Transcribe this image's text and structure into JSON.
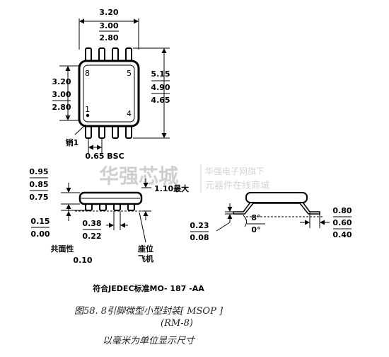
{
  "top_view": {
    "width_dims": [
      "3.20",
      "3.00",
      "2.80"
    ],
    "height_dims": [
      "3.20",
      "3.00",
      "2.80"
    ],
    "span_dims": [
      "5.15",
      "4.90",
      "4.65"
    ],
    "pin_labels": {
      "p8": "8",
      "p5": "5",
      "p1": "1",
      "p4": "4"
    },
    "pin1_label": "销1",
    "pitch": "0.65 BSC"
  },
  "side_view": {
    "height_dims": [
      "0.95",
      "0.85",
      "0.75"
    ],
    "max_height": "1.10最大",
    "standoff_dims": [
      "0.15",
      "0.00"
    ],
    "lead_width_dims": [
      "0.38",
      "0.22"
    ],
    "coplanarity_label": "共面性",
    "coplanarity_value": "0.10",
    "seating_plane_label": [
      "座位",
      "飞机"
    ]
  },
  "end_view": {
    "angle_dims": [
      "8°",
      "0°"
    ],
    "thickness_dims": [
      "0.23",
      "0.08"
    ],
    "foot_dims": [
      "0.80",
      "0.60",
      "0.40"
    ]
  },
  "watermark": {
    "main": "华强芯城",
    "sub_lines": [
      "华强电子网旗下",
      "元器件在线商城"
    ]
  },
  "jedec_note": "符合JEDEC标准MO- 187 -AA",
  "caption": {
    "line1": "图58. 8引脚微型小型封装[ MSOP ]",
    "line2": "(RM-8)",
    "line3": "以毫米为单位显示尺寸"
  }
}
